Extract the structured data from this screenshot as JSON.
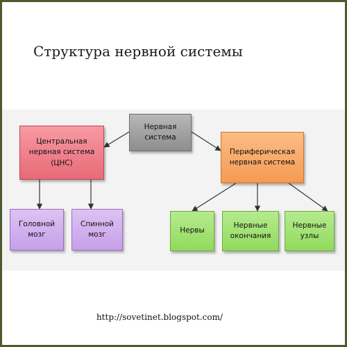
{
  "title": "Структура нервной системы",
  "url": "http://sovetinet.blogspot.com/",
  "nodes": {
    "root": "Нервная\nсистема",
    "cns": "Центральная\nнервная система\n(ЦНС)",
    "pns": "Периферическая\nнервная система",
    "brain": "Головной\nмозг",
    "spinal": "Спинной\nмозг",
    "nerves": "Нервы",
    "endings": "Нервные\nокончания",
    "ganglia": "Нервные\nузлы"
  },
  "colors": {
    "root": "#a3a3a3",
    "cns": "#ef7f8a",
    "pns": "#f8ab6b",
    "cns_children": "#d3b2ef",
    "pns_children": "#a3e276",
    "frame": "#4e5a2c",
    "arrow": "#333333"
  }
}
